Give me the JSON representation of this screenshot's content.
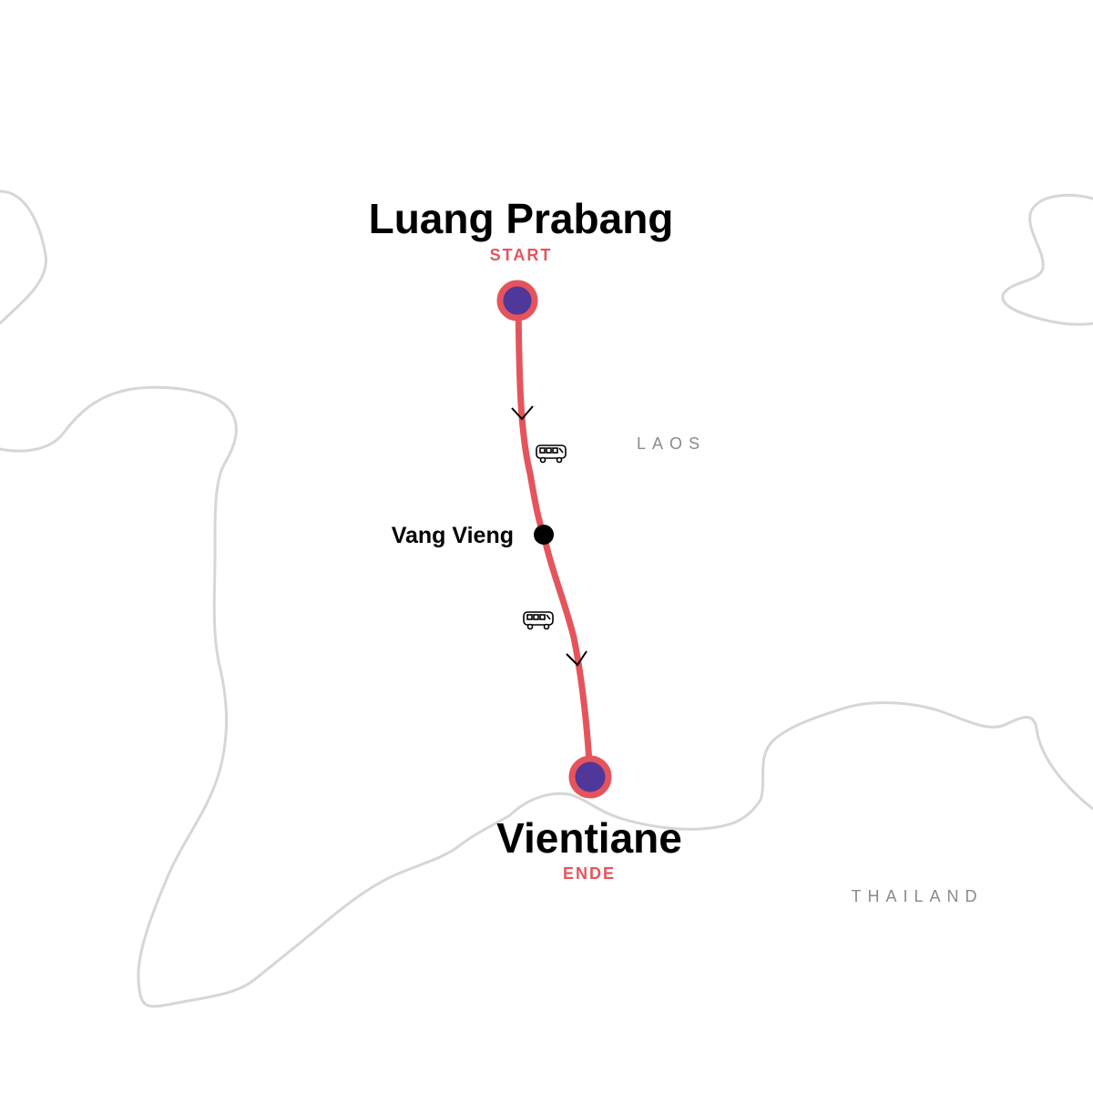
{
  "colors": {
    "route": "#e5545c",
    "stop_fill": "#50379a",
    "border": "#d6d6d6",
    "tag": "#e5545c",
    "country_label": "#8a8a8a",
    "text": "#000000"
  },
  "route_label": {
    "start_city": "Luang Prabang",
    "start_tag": "START",
    "waypoint": "Vang Vieng",
    "end_city": "Vientiane",
    "end_tag": "ENDE"
  },
  "countries": {
    "laos": "LAOS",
    "thailand": "THAILAND"
  },
  "transport": {
    "leg1": "bus-icon",
    "leg2": "bus-icon"
  }
}
